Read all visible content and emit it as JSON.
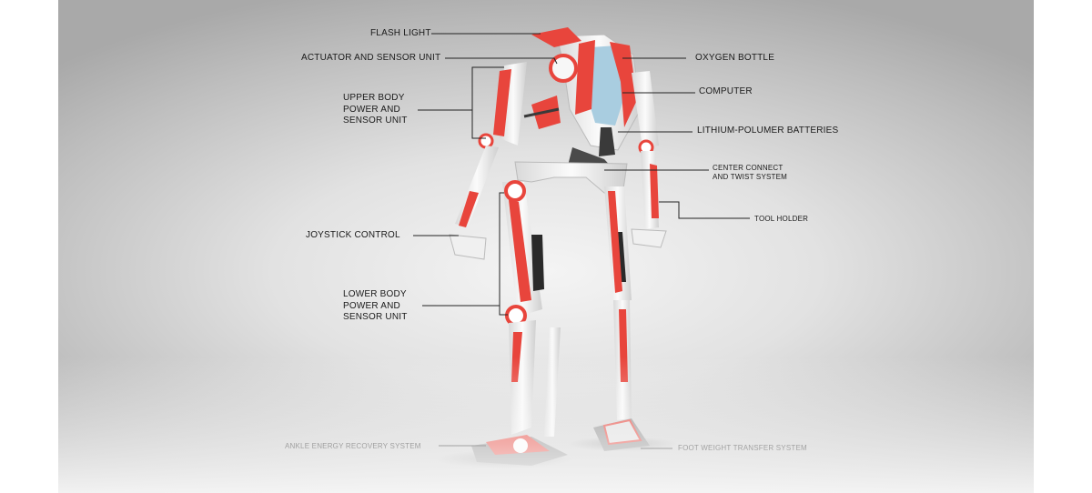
{
  "labels": {
    "flash_light": "FLASH LIGHT",
    "actuator": "ACTUATOR AND SENSOR UNIT",
    "upper_body": "UPPER BODY\nPOWER AND\nSENSOR UNIT",
    "joystick": "JOYSTICK CONTROL",
    "lower_body": "LOWER BODY\nPOWER AND\nSENSOR UNIT",
    "ankle": "ANKLE ENERGY RECOVERY SYSTEM",
    "oxygen": "OXYGEN BOTTLE",
    "computer": "COMPUTER",
    "batteries": "LITHIUM-POLUMER BATTERIES",
    "center_connect": "CENTER CONNECT\nAND TWIST SYSTEM",
    "tool_holder": "TOOL HOLDER",
    "foot_weight": "FOOT WEIGHT TRANSFER SYSTEM"
  },
  "colors": {
    "accent_red": "#e8453c",
    "shell_white": "#f3f3f3",
    "visor_blue": "#a9cde0",
    "dark_part": "#3a3a3a",
    "leader_line": "#222222"
  }
}
